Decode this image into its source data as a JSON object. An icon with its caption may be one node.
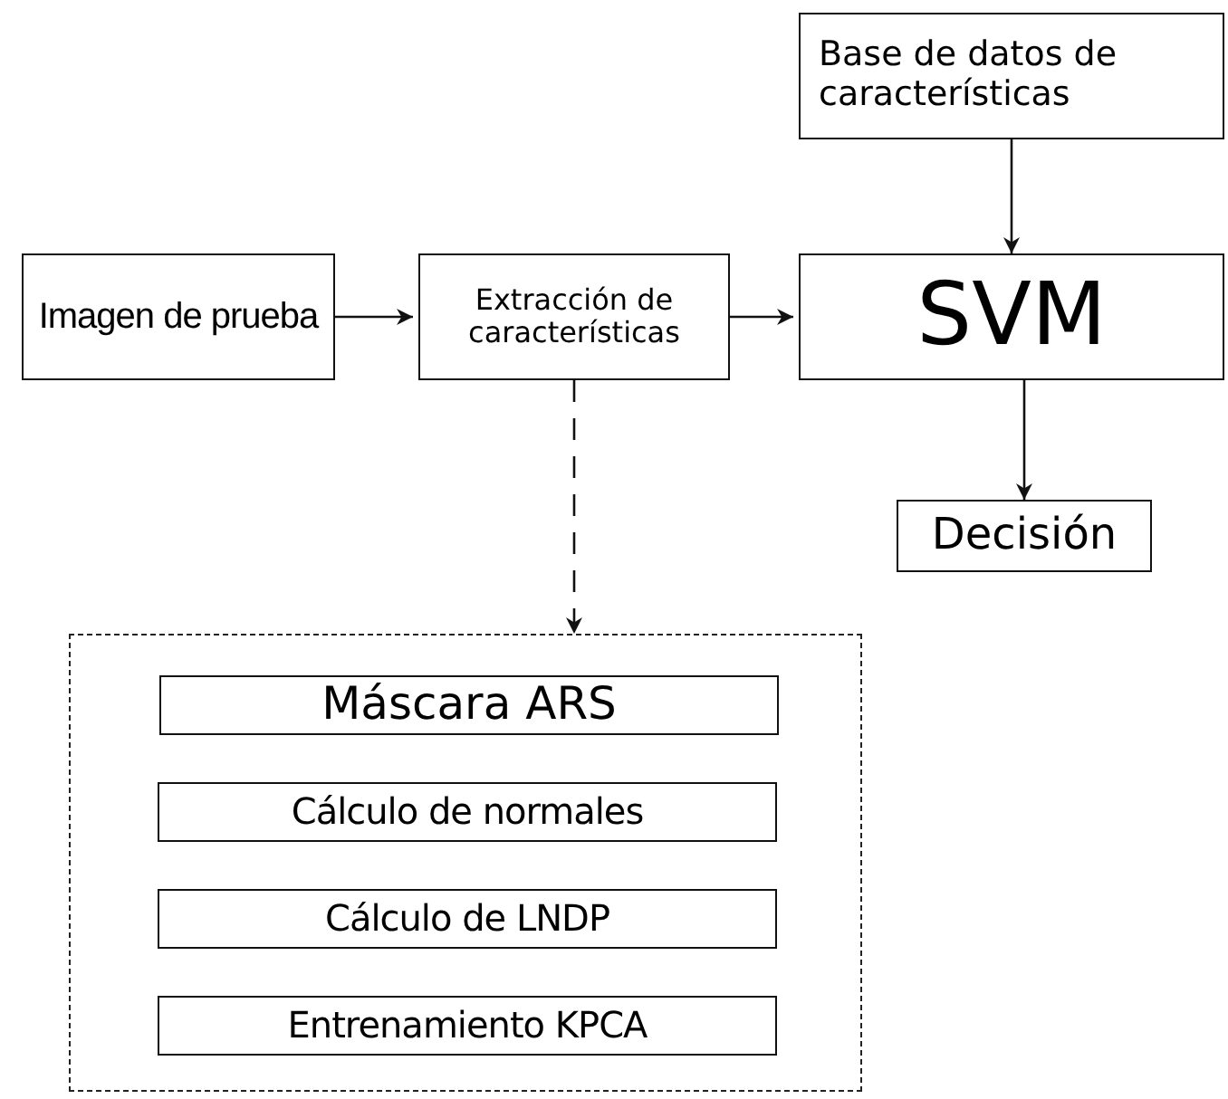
{
  "diagram": {
    "nodes": [
      {
        "text": [
          "Imagen de prueba"
        ]
      },
      {
        "text": [
          "Extracción de características"
        ]
      },
      {
        "text": [
          "Base de datos de características"
        ]
      },
      {
        "text": [
          "SVM"
        ]
      },
      {
        "text": [
          "Decisión"
        ]
      },
      {
        "text": [],
        "shape": "box"
      },
      {
        "text": [
          "Máscara ARS"
        ],
        "in": 5
      },
      {
        "text": [
          "Cálculo de normales"
        ],
        "in": 5
      },
      {
        "text": [
          "Cálculo de LNDP"
        ],
        "in": 5
      },
      {
        "text": [
          "Entrenamiento KPCA"
        ],
        "in": 5
      }
    ],
    "edges": [
      {
        "from": 0,
        "to": 1,
        "arrow": "to"
      },
      {
        "from": 1,
        "to": 3,
        "arrow": "to"
      },
      {
        "from": 2,
        "to": 3,
        "arrow": "to"
      },
      {
        "from": 3,
        "to": 4,
        "arrow": "to"
      },
      {
        "from": 1,
        "to": 5,
        "arrow": "to",
        "style": "dashed"
      }
    ]
  }
}
